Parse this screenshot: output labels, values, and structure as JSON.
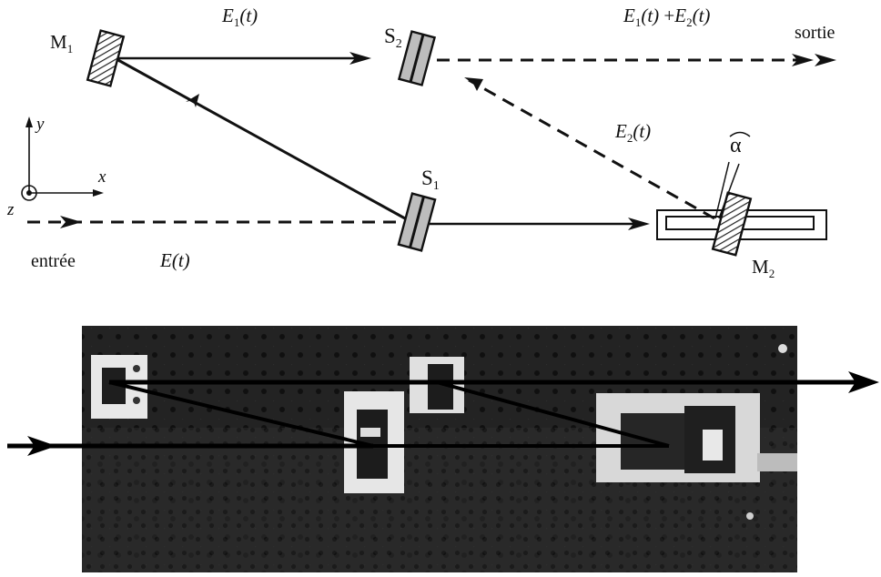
{
  "labels": {
    "m1": "M",
    "m1_sub": "1",
    "m2": "M",
    "m2_sub": "2",
    "s1": "S",
    "s1_sub": "1",
    "s2": "S",
    "s2_sub": "2",
    "e1": "E",
    "e1_sub": "1",
    "e1_arg": "(t)",
    "sum_e1": "E",
    "sum_e1_sub": "1",
    "sum_e1_arg": "(t)",
    "sum_plus": " +",
    "sum_e2": "E",
    "sum_e2_sub": "2",
    "sum_e2_arg": "(t)",
    "e2": "E",
    "e2_sub": "2",
    "e2_arg": "(t)",
    "e": "E",
    "e_arg": "(t)",
    "entree": "entrée",
    "sortie": "sortie",
    "alpha": "α",
    "axis_x": "x",
    "axis_y": "y",
    "axis_z": "z"
  },
  "colors": {
    "ink": "#111111",
    "photo_bg": "#2a2a2a",
    "hatch": "#222222"
  },
  "photo": {
    "description_icon": "optical-bench-photo"
  }
}
